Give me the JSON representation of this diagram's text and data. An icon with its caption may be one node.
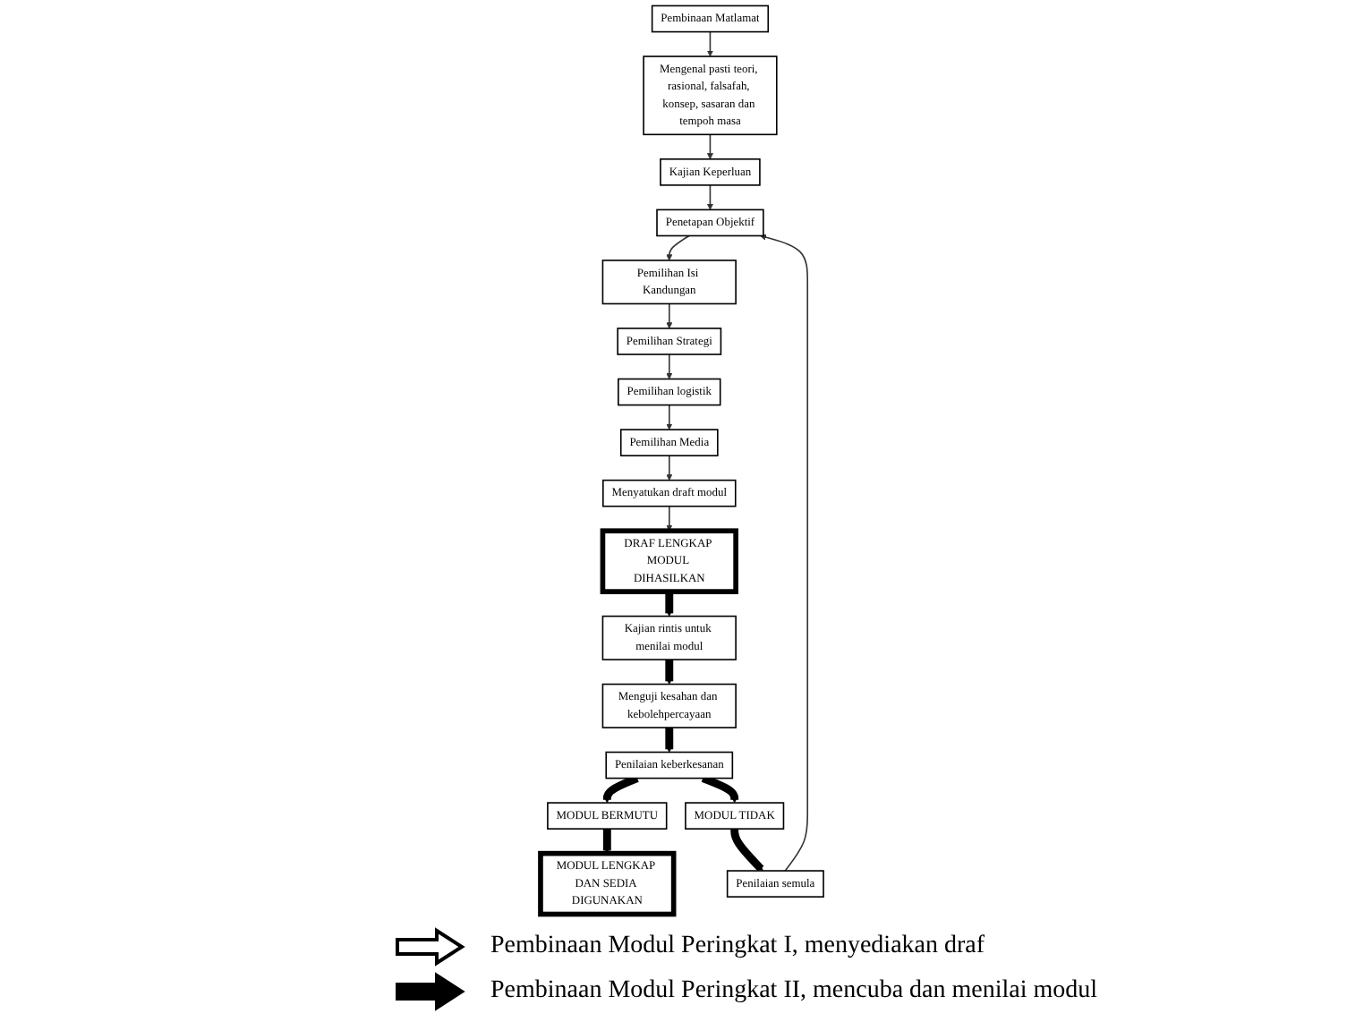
{
  "diagram": {
    "nodes": [
      {
        "text": [
          "Pembinaan Matlamat"
        ]
      },
      {
        "text": [
          "Mengenal pasti teori, rasional, falsafah, konsep, sasaran dan tempoh masa"
        ]
      },
      {
        "text": [
          "Kajian Keperluan"
        ]
      },
      {
        "text": [
          "Penetapan Objektif"
        ]
      },
      {
        "text": [
          "Menguji kesahan dan kebolehpercayaan"
        ]
      },
      {
        "text": [
          "Kajian rintis untuk menilai modul"
        ]
      },
      {
        "text": [
          "DRAF LENGKAP MODUL DIHASILKAN"
        ]
      },
      {
        "text": [
          "Pemilihan Isi Kandungan"
        ]
      },
      {
        "text": [
          "Menyatukan draft modul"
        ]
      },
      {
        "text": [
          "Pemilihan Strategi"
        ]
      },
      {
        "text": [
          "Penilaian keberkesanan"
        ]
      },
      {
        "text": [
          "Pemilihan logistik"
        ]
      },
      {
        "text": [
          "MODUL BERMUTU"
        ]
      },
      {
        "text": [
          "MODUL TIDAK"
        ]
      },
      {
        "text": [
          "Pemilihan Media"
        ]
      },
      {
        "text": [
          "MODUL LENGKAP DAN SEDIA DIGUNAKAN"
        ]
      },
      {
        "text": [
          "Penilaian semula"
        ]
      }
    ],
    "edges": [
      {
        "from": 0,
        "to": 1,
        "arrow": "to"
      },
      {
        "from": 1,
        "to": 2,
        "arrow": "to"
      },
      {
        "from": 2,
        "to": 3,
        "arrow": "to"
      },
      {
        "from": 3,
        "to": 7,
        "arrow": "to"
      },
      {
        "from": 7,
        "to": 9,
        "arrow": "to"
      },
      {
        "from": 9,
        "to": 11,
        "arrow": "to"
      },
      {
        "from": 11,
        "to": 14,
        "arrow": "to"
      },
      {
        "from": 14,
        "to": 8,
        "arrow": "to"
      },
      {
        "from": 8,
        "to": 6,
        "arrow": "to"
      },
      {
        "from": 6,
        "to": 5,
        "arrow": "to",
        "style": "thick"
      },
      {
        "from": 5,
        "to": 4,
        "arrow": "to",
        "style": "thick"
      },
      {
        "from": 4,
        "to": 10,
        "arrow": "to",
        "style": "thick"
      },
      {
        "from": 10,
        "to": 12,
        "arrow": "to",
        "style": "thick"
      },
      {
        "from": 10,
        "to": 13,
        "arrow": "to",
        "style": "thick"
      },
      {
        "from": 12,
        "to": 15,
        "arrow": "to",
        "style": "thick"
      },
      {
        "from": 13,
        "to": 16,
        "arrow": "to",
        "style": "thick"
      },
      {
        "from": 16,
        "to": 3,
        "arrow": "to"
      }
    ],
    "legend": [
      {
        "text": "Pembinaan Modul Peringkat I, menyediakan draf"
      },
      {
        "text": "Pembinaan Modul Peringkat II, mencuba dan menilai modul"
      }
    ]
  }
}
